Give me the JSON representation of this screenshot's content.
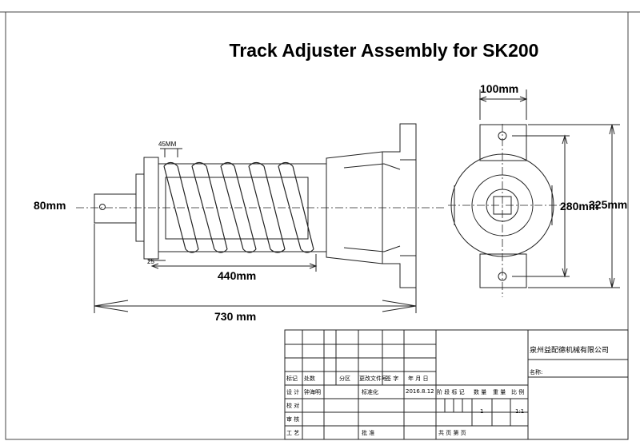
{
  "drawing": {
    "title": "Track Adjuster Assembly for SK200",
    "dims": {
      "spring_width": "80mm",
      "pitch": "45MM",
      "spring_length": "440mm",
      "overall_length": "730 mm",
      "small_dim": "25",
      "bracket_width": "100mm",
      "bore_dim": "280mm",
      "height": "325mm"
    }
  },
  "title_block": {
    "company": "泉州益配德机械有限公司",
    "drawing_name_label": "名称:",
    "rev_headers": [
      "标记",
      "处数",
      "分区",
      "更改文件号",
      "签 字",
      "年 月 日"
    ],
    "row_labels": [
      "设 计",
      "校 对",
      "审 核",
      "工 艺"
    ],
    "designer": "钟海明",
    "standardization": "标准化",
    "approve": "批 准",
    "date": "2016.8.12",
    "stage_headers": [
      "阶 段 标 记",
      "数 量",
      "重 量",
      "比 例"
    ],
    "quantity": "1",
    "scale": "1:1",
    "sheet_text": "共    页    第    页"
  }
}
